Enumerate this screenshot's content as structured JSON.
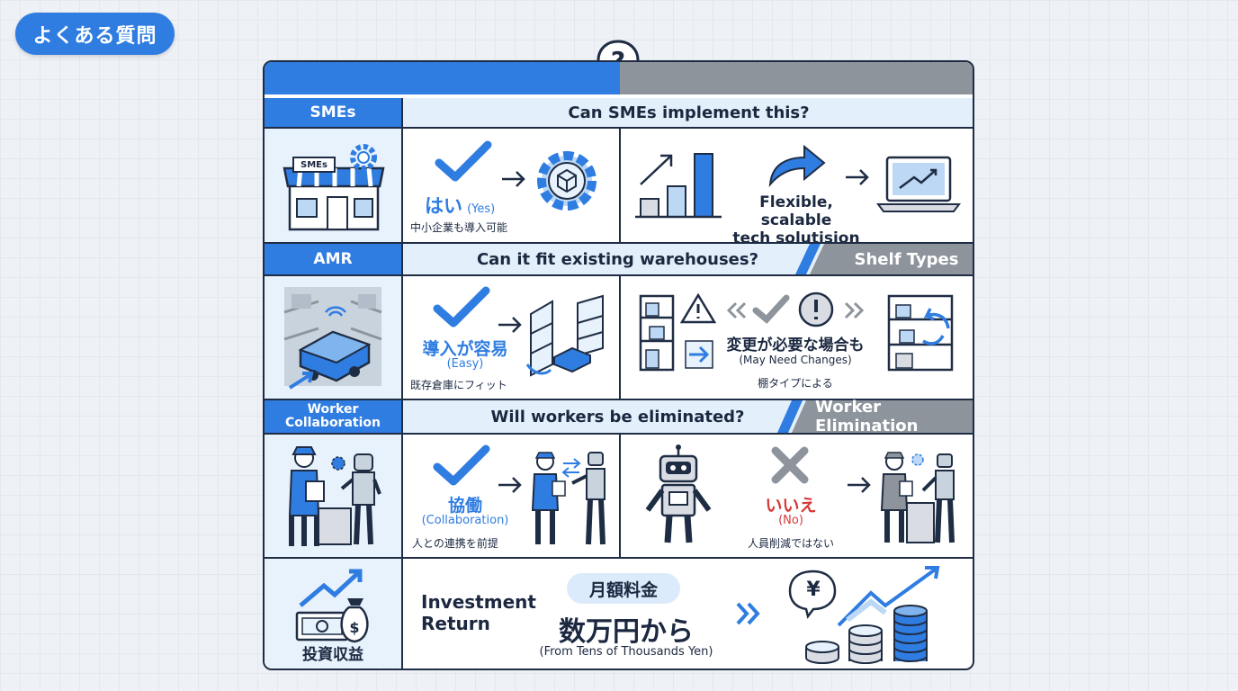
{
  "faq_label": "よくある質問",
  "rows": [
    {
      "category": "SMEs",
      "question": "Can SMEs implement this?",
      "shop_sign": "SMEs",
      "answer_main": "はい",
      "answer_en": "(Yes)",
      "answer_note": "中小企業も導入可能",
      "right_text_1": "Flexible, scalable",
      "right_text_2": "tech solutision"
    },
    {
      "category": "AMR",
      "question": "Can it fit existing warehouses?",
      "tag": "Shelf Types",
      "answer_main": "導入が容易",
      "answer_en": "(Easy)",
      "answer_note": "既存倉庫にフィット",
      "right_main": "変更が必要な場合も",
      "right_en": "(May Need Changes)",
      "right_note": "棚タイプによる"
    },
    {
      "category_1": "Worker",
      "category_2": "Collaboration",
      "question": "Will workers be eliminated?",
      "tag": "Worker Elimination",
      "answer_main": "協働",
      "answer_en": "(Collaboration)",
      "answer_note": "人との連携を前提",
      "right_main": "いいえ",
      "right_en": "(No)",
      "right_note": "人員削減ではない"
    },
    {
      "category_label": "投資収益",
      "title_1": "Investment",
      "title_2": "Return",
      "pill": "月額料金",
      "price": "数万円から",
      "price_en": "(From Tens of Thousands Yen)",
      "yen_symbol": "¥"
    }
  ],
  "colors": {
    "accent": "#2f7de1",
    "gray": "#8e949c",
    "dark": "#1f2d44",
    "red": "#d63a3a"
  }
}
